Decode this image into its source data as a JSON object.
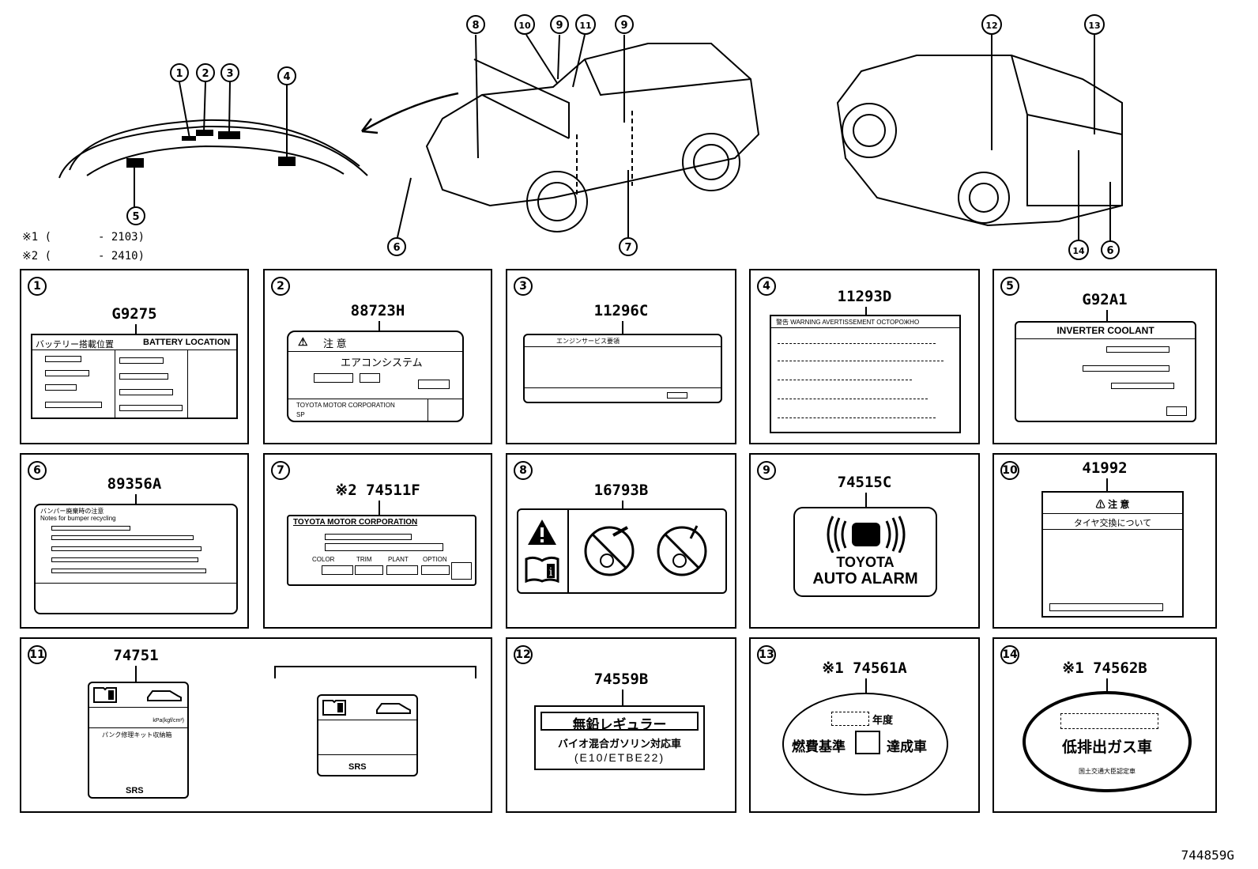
{
  "notes": {
    "n1": "※1 (       - 2103)",
    "n2": "※2 (       - 2410)"
  },
  "diagram_callouts": [
    "1",
    "2",
    "3",
    "4",
    "5",
    "6",
    "7",
    "8",
    "9",
    "10",
    "11",
    "12",
    "13",
    "14"
  ],
  "panels": [
    {
      "num": "1",
      "code": "G9275",
      "title_jp": "バッテリー搭載位置",
      "title_en": "BATTERY LOCATION"
    },
    {
      "num": "2",
      "code": "88723H",
      "caution": "注  意",
      "system": "エアコンシステム",
      "maker": "TOYOTA MOTOR CORPORATION",
      "sp": "SP"
    },
    {
      "num": "3",
      "code": "11296C",
      "header": "エンジンサービス要領"
    },
    {
      "num": "4",
      "code": "11293D",
      "header": "警告  WARNING  AVERTISSEMENT  OCTOPOЖHO"
    },
    {
      "num": "5",
      "code": "G92A1",
      "title": "INVERTER  COOLANT"
    },
    {
      "num": "6",
      "code": "89356A",
      "l1": "バンパー廃棄時の注意",
      "l2": "Notes for bumper recycling"
    },
    {
      "num": "7",
      "code": "※2 74511F",
      "maker": "TOYOTA  MOTOR  CORPORATION",
      "f1": "COLOR",
      "f2": "TRIM",
      "f3": "PLANT",
      "f4": "OPTION"
    },
    {
      "num": "8",
      "code": "16793B"
    },
    {
      "num": "9",
      "code": "74515C",
      "t1": "TOYOTA",
      "t2": "AUTO ALARM"
    },
    {
      "num": "10",
      "code": "41992",
      "caution": "注  意",
      "sub": "タイヤ交換について"
    },
    {
      "num": "11",
      "code": "74751",
      "pressure": "kPa(kgf/cm²)",
      "puncture": "パンク修理キット収納箱",
      "srs": "SRS"
    },
    {
      "num": "12",
      "code": "74559B",
      "l1": "無鉛レギュラー",
      "l2": "バイオ混合ガソリン対応車",
      "l3": "(E10/ETBE22)"
    },
    {
      "num": "13",
      "code": "※1 74561A",
      "year": "年度",
      "std": "燃費基準",
      "achieve": "達成車"
    },
    {
      "num": "14",
      "code": "※1 74562B",
      "main": "低排出ガス車",
      "small": "国土交通大臣認定車"
    }
  ],
  "doc_id": "744859G"
}
